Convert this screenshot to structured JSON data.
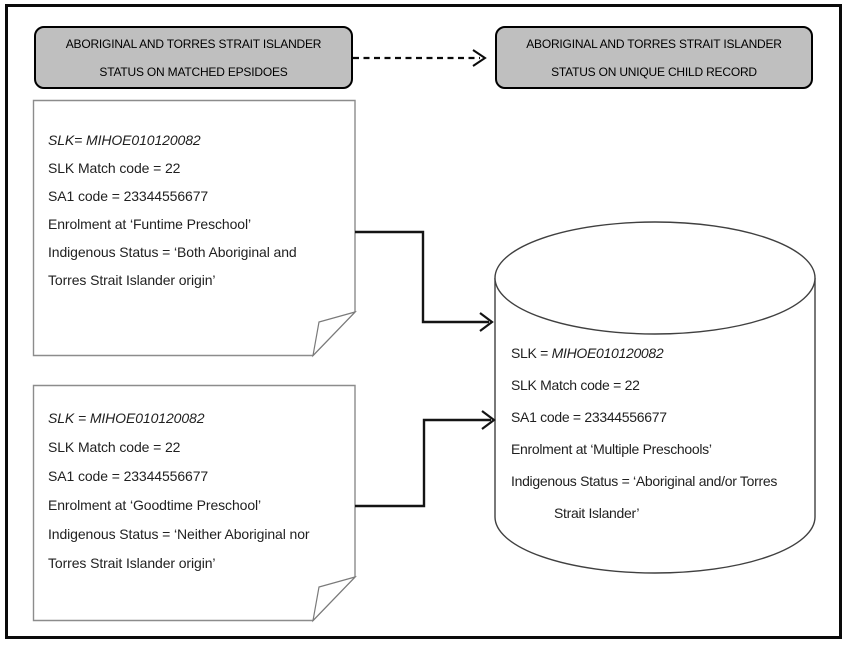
{
  "diagram": {
    "header_left": {
      "line1": "ABORIGINAL AND TORRES STRAIT ISLANDER",
      "line2": "STATUS ON MATCHED EPSIDOES"
    },
    "header_right": {
      "line1": "ABORIGINAL AND TORRES STRAIT ISLANDER",
      "line2": "STATUS ON UNIQUE CHILD RECORD"
    },
    "episode_1": {
      "slk": "SLK= MIHOE010120082",
      "match_code": "SLK Match code = 22",
      "sa1": "SA1 code = 23344556677",
      "enrolment": "Enrolment at ‘Funtime Preschool’",
      "status_line1": "Indigenous Status = ‘Both Aboriginal and",
      "status_line2": "Torres Strait Islander origin’"
    },
    "episode_2": {
      "slk": "SLK = MIHOE010120082",
      "match_code": "SLK Match code = 22",
      "sa1": "SA1 code = 23344556677",
      "enrolment": "Enrolment at ‘Goodtime Preschool’",
      "status_line1": "Indigenous Status = ‘Neither Aboriginal nor",
      "status_line2": "Torres Strait Islander origin’"
    },
    "unique_record": {
      "slk_label": "SLK = ",
      "slk_value": "MIHOE010120082",
      "match_code": "SLK Match code = 22",
      "sa1": "SA1 code = 23344556677",
      "enrolment": "Enrolment at ‘Multiple Preschools’",
      "status_line1": "Indigenous Status = ‘Aboriginal and/or Torres",
      "status_line2": "Strait Islander’"
    },
    "colors": {
      "header_fill": "#bfbfbf",
      "outline": "#000000",
      "document_border": "#8c8c8c",
      "cylinder_stroke": "#404040"
    }
  }
}
